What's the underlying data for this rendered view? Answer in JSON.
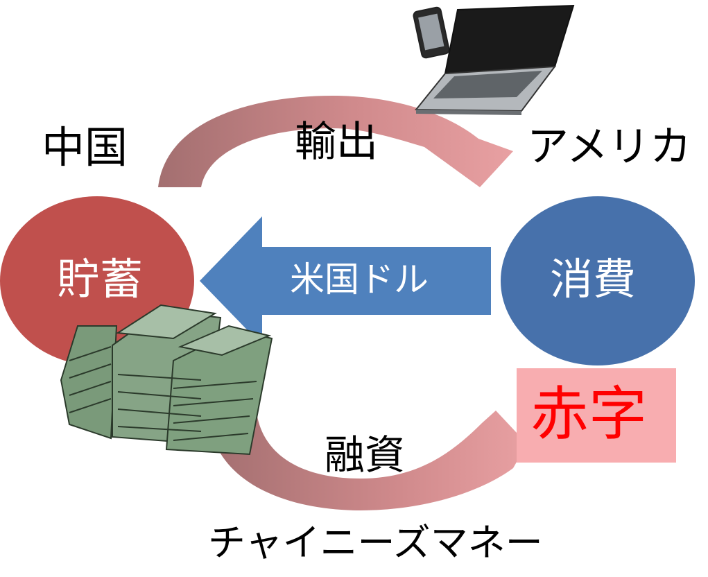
{
  "labels": {
    "china": "中国",
    "america": "アメリカ",
    "export": "輸出",
    "finance": "融資",
    "savings": "貯蓄",
    "consumption": "消費",
    "us_dollar": "米国ドル",
    "deficit": "赤字",
    "chinese_money": "チャイニーズマネー"
  },
  "colors": {
    "savings_circle": "#c0504d",
    "consumption_circle": "#4771ab",
    "dollar_arrow": "#4f81bd",
    "arc_dark": "#a36f70",
    "arc_light": "#e09496",
    "deficit_box": "#f8adb0",
    "deficit_text": "#ff0000",
    "money_green": "#7a9a7a"
  },
  "icons": [
    "laptop-icon",
    "smartphone-icon",
    "money-stacks-icon"
  ]
}
